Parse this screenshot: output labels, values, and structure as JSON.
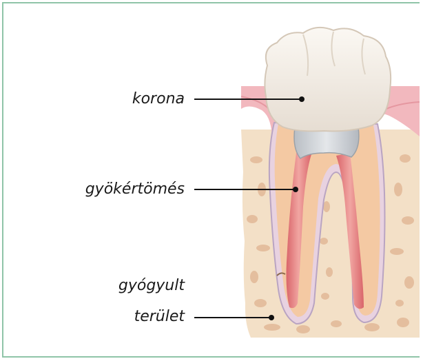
{
  "labels": {
    "crown": "korona",
    "root_filling": "gyökértömés",
    "healed_line1": "gyógyult",
    "healed_line2": "terület"
  },
  "colors": {
    "frame_border": "#8fc4a8",
    "gum": "#f2b8be",
    "bone": "#f3e0c7",
    "crown": "#f3ede6",
    "filling": "#c9cdd2",
    "dentin": "#f4c9a3",
    "canal": "#e07b7b"
  }
}
